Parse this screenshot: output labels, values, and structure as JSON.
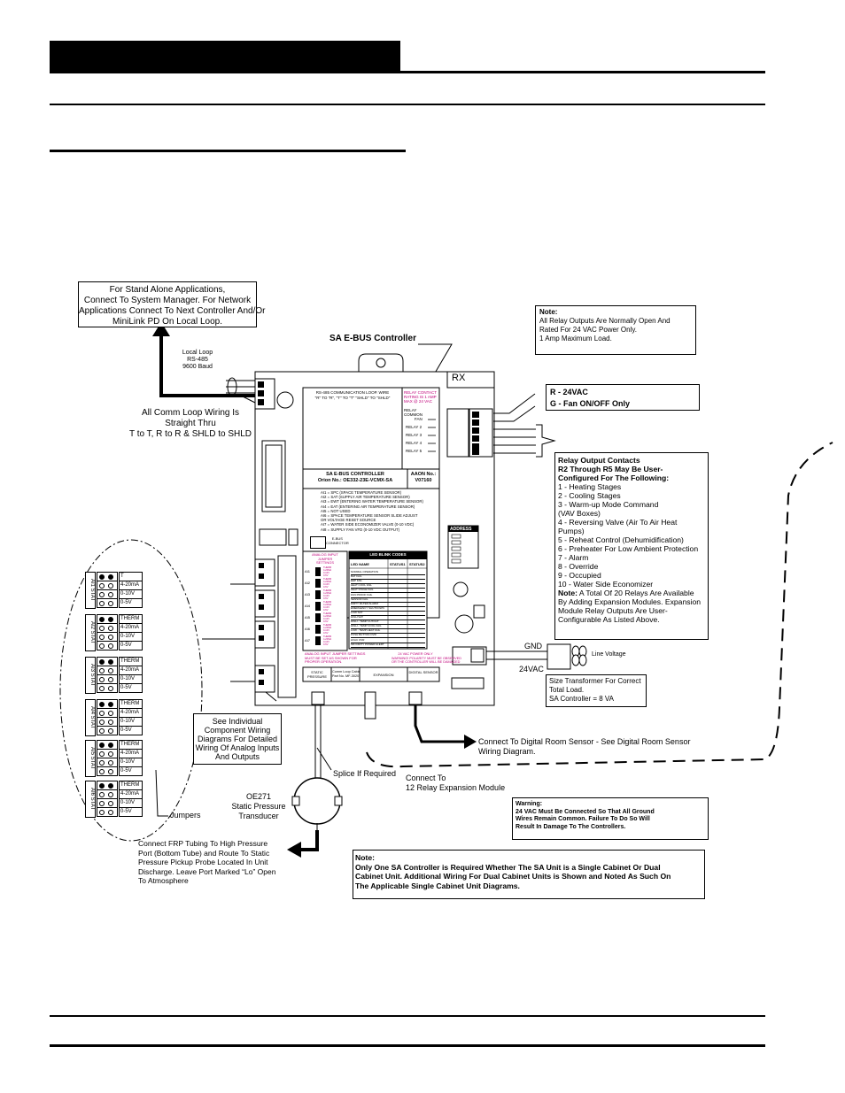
{
  "header": {
    "bar_color": "#000000"
  },
  "comm_note": {
    "lines": [
      "For Stand Alone Applications,",
      "Connect To System Manager. For Network",
      "Applications Connect To Next Controller And/Or",
      "MiniLink PD On Local Loop."
    ]
  },
  "local_loop": {
    "lines": [
      "Local Loop",
      "RS-485",
      "9600 Baud"
    ]
  },
  "comm_wiring": {
    "lines": [
      "All Comm Loop Wiring Is",
      "Straight Thru",
      "T to T, R to R & SHLD to SHLD"
    ]
  },
  "controller_label": "SA E-BUS Controller",
  "relay_note": {
    "title": "Note:",
    "lines": [
      "All Relay Outputs Are Normally Open And",
      "Rated For 24 VAC Power Only.",
      "1 Amp Maximum Load."
    ]
  },
  "relay_legend": {
    "r": "R - 24VAC",
    "g": "G - Fan ON/OFF  Only"
  },
  "relay_contacts": {
    "title_lines": [
      "Relay Output Contacts",
      "R2 Through R5 May Be User-",
      "Configured For The Following:"
    ],
    "items": [
      "1 - Heating Stages",
      "2 - Cooling Stages",
      "3 - Warm-up Mode Command",
      "(VAV Boxes)",
      "4 - Reversing Valve (Air To Air Heat",
      "Pumps)",
      "5 - Reheat Control (Dehumidification)",
      "6 - Preheater For Low Ambient Protection",
      "7 - Alarm",
      "8 - Override",
      "9 - Occupied",
      "10 - Water Side Economizer"
    ],
    "note_label": "Note:",
    "note_lines": [
      " A Total Of 20 Relays Are Available",
      "By Adding Expansion Modules. Expansion",
      "Module Relay Outputs Are User-",
      "Configurable As Listed Above."
    ]
  },
  "power": {
    "gnd": "GND",
    "vac": "24VAC",
    "line_voltage": "Line Voltage"
  },
  "transformer_note": {
    "lines": [
      "Size Transformer For Correct",
      "Total Load.",
      "SA Controller = 8 VA"
    ]
  },
  "board": {
    "comm_header": [
      "RS-485 COMMUNICATION LOOP. WIRE",
      "\"R\" TO \"R\", \"T\" TO \"T\" \"SHLD\" TO \"SHLD\""
    ],
    "relay_header": [
      "RELAY CONTACT",
      "RATING IS 1 AMP",
      "MAX @ 24 VAC"
    ],
    "relay_common": [
      "RELAY",
      "COMMON"
    ],
    "relays": [
      "FAN",
      "RELAY 2",
      "RELAY 3",
      "RELAY 4",
      "RELAY 5"
    ],
    "name_lines": [
      "SA E-BUS CONTROLLER",
      "Orion No.: OE332-23E-VCMX-SA"
    ],
    "aaon_lines": [
      "AAON No.:",
      "V07160"
    ],
    "inputs": [
      "AI1 = SPC (SPACE TEMPERATURE SENSOR)",
      "AI2 = SAT (SUPPLY AIR TEMPERATURE SENSOR)",
      "AI3 = EWT (ENTERING WATER TEMPERATURE SENSOR)",
      "AI4 = EAT (ENTERING AIR TEMPERATURE SENSOR)",
      "AI5 = NOT USED",
      "AI6 = SPACE TEMPERATURE SENSOR SLIDE ADJUST",
      "  OR VOLTAGE RESET SOURCE",
      "AI7 = WATER SIDE ECONOMIZER VALVE (0-10 VDC)",
      "AI8 = SUPPLY FAN VFD (0-10 VDC OUTPUT)"
    ],
    "ebus": [
      "E-BUS",
      "CONNECTOR"
    ],
    "jumper_title": [
      "ANALOG INPUT",
      "JUMPER",
      "SETTINGS"
    ],
    "jumper_rows": [
      "AI1",
      "AI2",
      "AI3",
      "AI4",
      "AI5",
      "AI6",
      "AI7"
    ],
    "jumper_opts": [
      "THERM",
      "4-20MA",
      "0-10V",
      "0-5V"
    ],
    "led_title": "LED BLINK CODES",
    "led_headers": [
      "LED NAME",
      "STATUS1",
      "STATUS2"
    ],
    "led_rows": [
      "NORMAL OPERATION",
      "BAT FAIL",
      "EEP FAIL",
      "HEAT COOL FAIL",
      "HEAT STAGE FAIL",
      "FAN PROOF FAIL",
      "SENSOR FAIL",
      "DIRTY FILTER ALARM",
      "EMERGENCY SHUTDOWN",
      "LOW SAT",
      "HIGH SAT",
      "HIGH - TEMP CUTOUT",
      "HIGH - TEMP COOL FAIL",
      "LOW - TEMP HEAT FAIL",
      "PUSH BUTTON OVR",
      "HVAC OVR",
      "MIN DIRTY POWER ALERT"
    ],
    "jumper_note": [
      "ANALOG INPUT JUMPER SETTINGS",
      "MUST BE SET AS SHOWN FOR",
      "PROPER OPERATION."
    ],
    "warn_note": [
      "24 VAC POWER ONLY",
      "WARNING! POLARITY MUST BE OBSERVED",
      "OR THE CONTROLLER WILL BE DAMAGED"
    ],
    "ports": [
      "STATIC PRESSURE",
      "EXPANSION",
      "DIGITAL SENSOR"
    ],
    "ports_mid": [
      "Comm Loop Cable",
      "Part No. MF-3020"
    ],
    "rx_label": "RX",
    "address_label": "ADDRESS"
  },
  "analog_terms": {
    "tags": [
      "AI1 STAT",
      "AI2 STAT",
      "AI3 STAT",
      "AI4 STAT",
      "AI5 STAT",
      "AI6 STAT"
    ],
    "first_opts": [
      "T",
      "4-20mA",
      "0-10V",
      "0-5V"
    ],
    "opts": [
      "THERM",
      "4-20mA",
      "0-10V",
      "0-5V"
    ]
  },
  "component_note": {
    "lines": [
      "See Individual",
      "Component Wiring",
      "Diagrams For Detailed",
      "Wiring Of Analog Inputs",
      "And Outputs"
    ]
  },
  "jumpers": "Jumpers",
  "splice": "Splice If Required",
  "transducer": {
    "lines": [
      "OE271",
      "Static Pressure",
      "Transducer"
    ]
  },
  "tubing_note": {
    "lines": [
      "Connect FRP Tubing To High Pressure",
      "Port  (Bottom Tube) and Route To Static",
      "Pressure Pickup Probe Located In Unit",
      "Discharge. Leave Port Marked “Lo” Open",
      "To Atmosphere"
    ]
  },
  "expansion": {
    "lines": [
      "Connect To",
      "12 Relay Expansion Module"
    ]
  },
  "digital_sensor": {
    "lines": [
      "Connect To Digital Room Sensor - See Digital Room Sensor",
      "Wiring Diagram."
    ]
  },
  "warning": {
    "lines": [
      "Warning:",
      "24 VAC Must Be Connected So That All Ground",
      "Wires Remain Common. Failure To Do So Will",
      "Result In Damage To The Controllers."
    ]
  },
  "bottom_note": {
    "lines": [
      "Note:",
      "Only One SA Controller is Required Whether The SA Unit is a Single Cabinet Or Dual",
      "Cabinet Unit. Additional Wiring For Dual Cabinet Units is Shown and Noted As Such On",
      "The Applicable Single Cabinet Unit Diagrams."
    ]
  }
}
